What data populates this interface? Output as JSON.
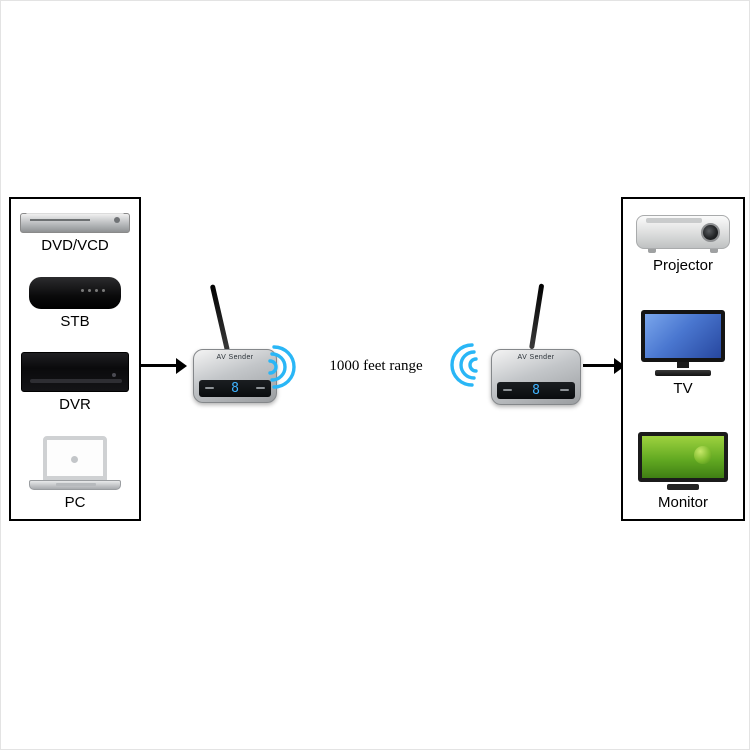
{
  "diagram": {
    "left_panel": {
      "items": [
        {
          "label": "DVD/VCD"
        },
        {
          "label": "STB"
        },
        {
          "label": "DVR"
        },
        {
          "label": "PC"
        }
      ]
    },
    "right_panel": {
      "items": [
        {
          "label": "Projector"
        },
        {
          "label": "TV"
        },
        {
          "label": "Monitor"
        }
      ]
    },
    "transmitter": {
      "brand": "AV Sender",
      "display": "8"
    },
    "receiver": {
      "brand": "AV Sender",
      "display": "8"
    },
    "range_label": "1000  feet range",
    "colors": {
      "wave_blue": "#29b6f6",
      "digit_blue": "#3fb3ff"
    }
  }
}
